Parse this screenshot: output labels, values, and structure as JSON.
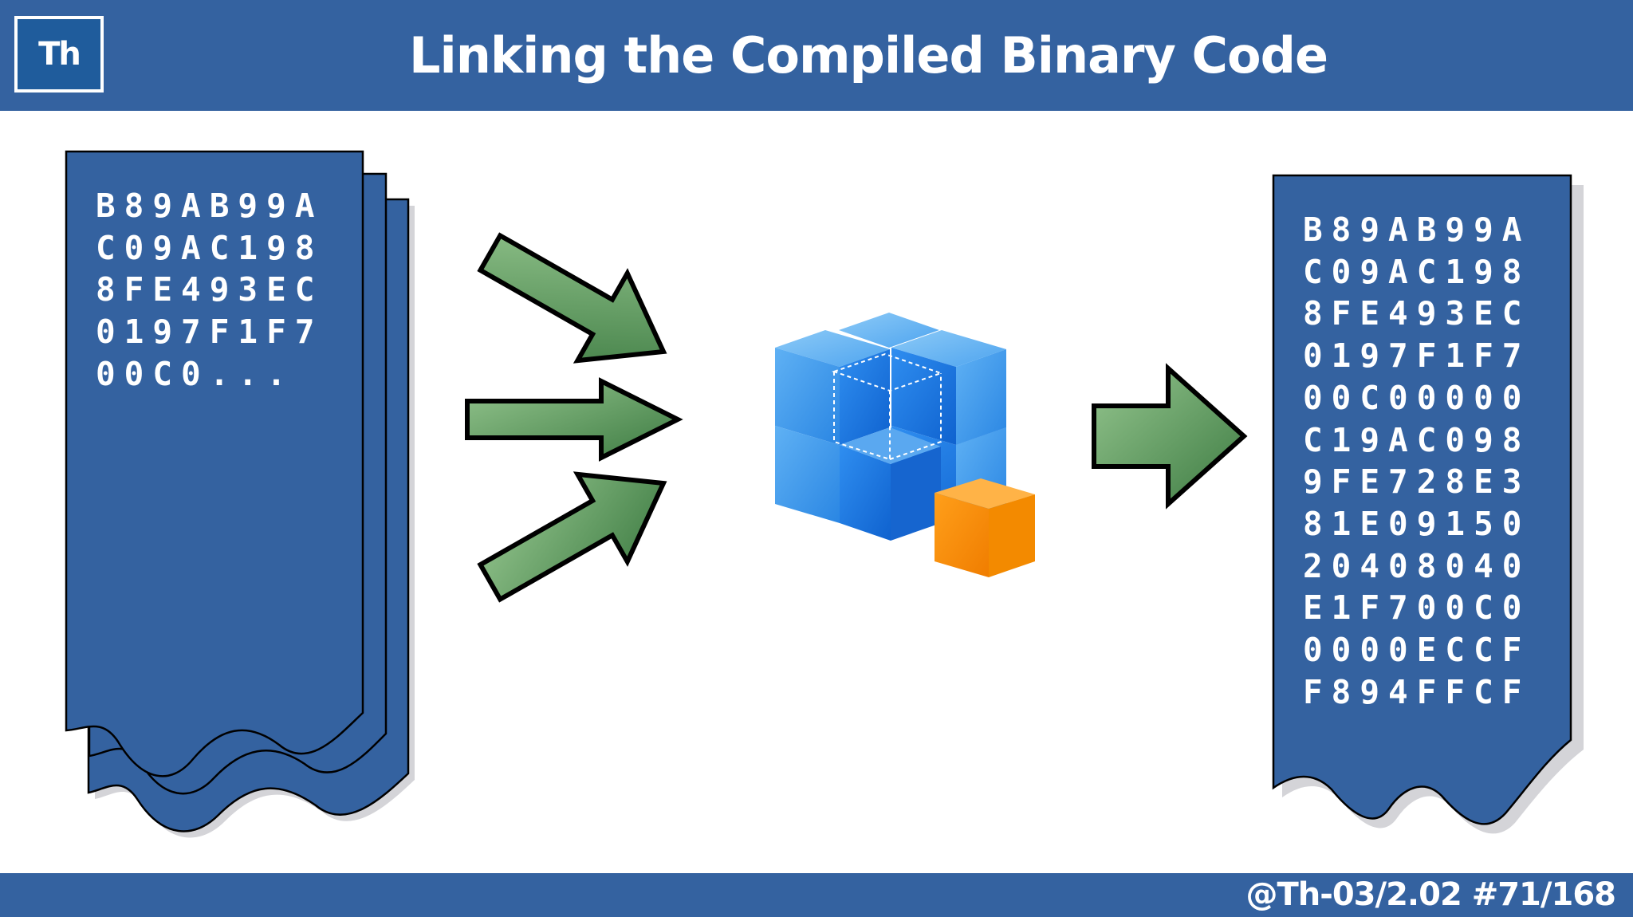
{
  "slide": {
    "title": "Linking the Compiled Binary Code",
    "logo_text": "Th",
    "footer_label": "@Th-03/2.02 #71/168"
  },
  "colors": {
    "banner": "#3462a0",
    "document_fill": "#3462a0",
    "arrow_fill": "#5e9a5f",
    "cube_blue": "#1e7fe0",
    "cube_orange": "#f79c1a"
  },
  "input_code": {
    "lines": [
      "B89AB99A",
      "C09AC198",
      "8FE493EC",
      "0197F1F7",
      "00C0..."
    ]
  },
  "output_code": {
    "lines": [
      "B89AB99A",
      "C09AC198",
      "8FE493EC",
      "0197F1F7",
      "00C00000",
      "C19AC098",
      "9FE728E3",
      "81E09150",
      "20408040",
      "E1F700C0",
      "0000ECCF",
      "F894FFCF"
    ]
  },
  "icons": {
    "linker": "stacked-cubes-icon",
    "arrows": "arrow-right-icon"
  }
}
